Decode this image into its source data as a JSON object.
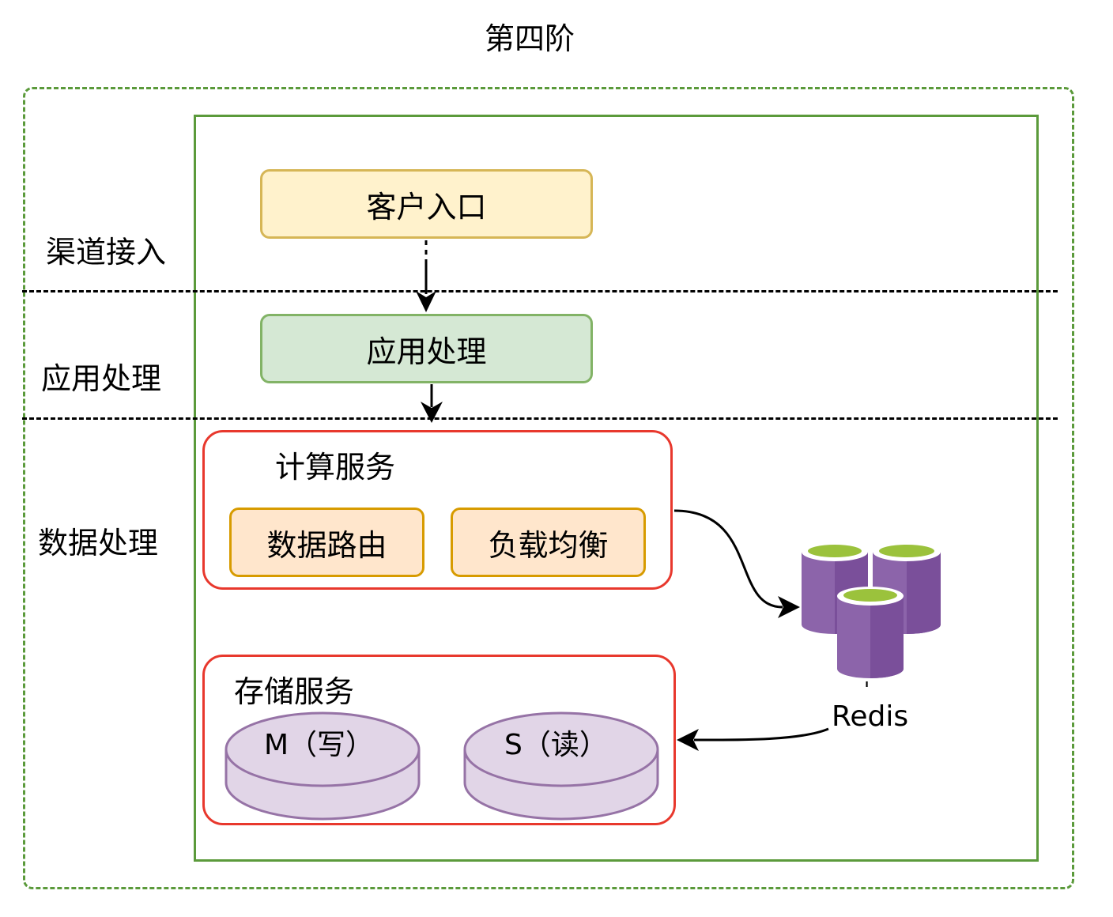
{
  "title": "第四阶",
  "layers": {
    "channel": "渠道接入",
    "application": "应用处理",
    "data": "数据处理"
  },
  "nodes": {
    "client_entry": "客户入口",
    "app_processing": "应用处理",
    "compute_service": {
      "label": "计算服务",
      "children": [
        "数据路由",
        "负载均衡"
      ]
    },
    "storage_service": {
      "label": "存储服务",
      "master": "M（写）",
      "slave": "S（读）"
    },
    "redis": {
      "label": "Redis",
      "mark": "'"
    }
  },
  "colors": {
    "outer_border": "#5b9a3b",
    "client_fill": "#fff2cc",
    "client_border": "#d6b656",
    "app_fill": "#d5e8d4",
    "app_border": "#82b366",
    "service_border": "#e8382d",
    "sub_fill": "#ffe6cc",
    "sub_border": "#d79b00",
    "disk_fill": "#e1d5e7",
    "disk_border": "#9673a6",
    "redis_purple": "#8c64aa",
    "redis_top": "#9bc23c"
  }
}
